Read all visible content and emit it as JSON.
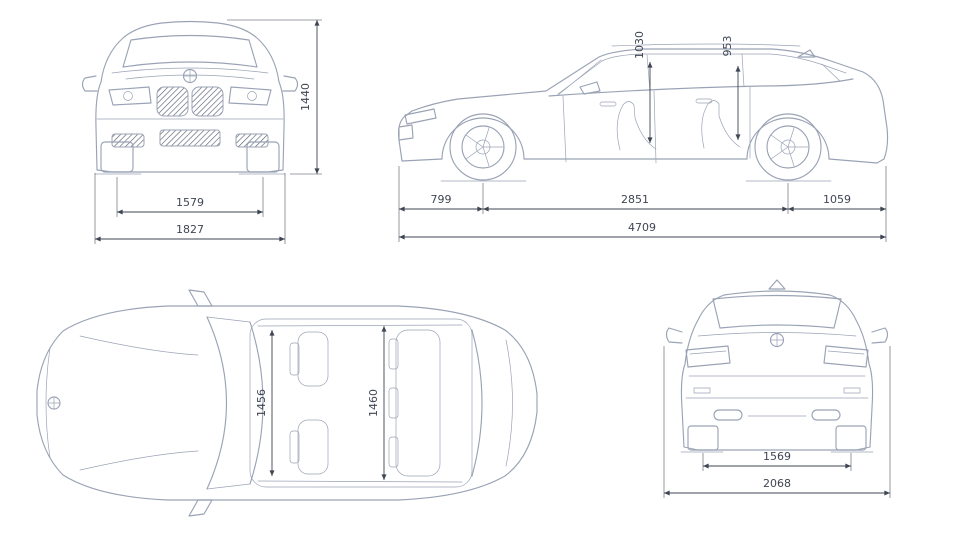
{
  "diagram": {
    "colors": {
      "line": "#9aa3b5",
      "dim": "#3f4653",
      "background": "#ffffff"
    },
    "views": {
      "front": {
        "height": "1440",
        "front_track": "1579",
        "overall_width": "1827"
      },
      "side": {
        "front_headroom": "1030",
        "rear_headroom": "953",
        "front_overhang": "799",
        "wheelbase": "2851",
        "rear_overhang": "1059",
        "overall_length": "4709"
      },
      "top": {
        "front_interior_width": "1456",
        "rear_interior_width": "1460"
      },
      "rear": {
        "rear_track": "1569",
        "width_incl_mirrors": "2068"
      }
    }
  }
}
